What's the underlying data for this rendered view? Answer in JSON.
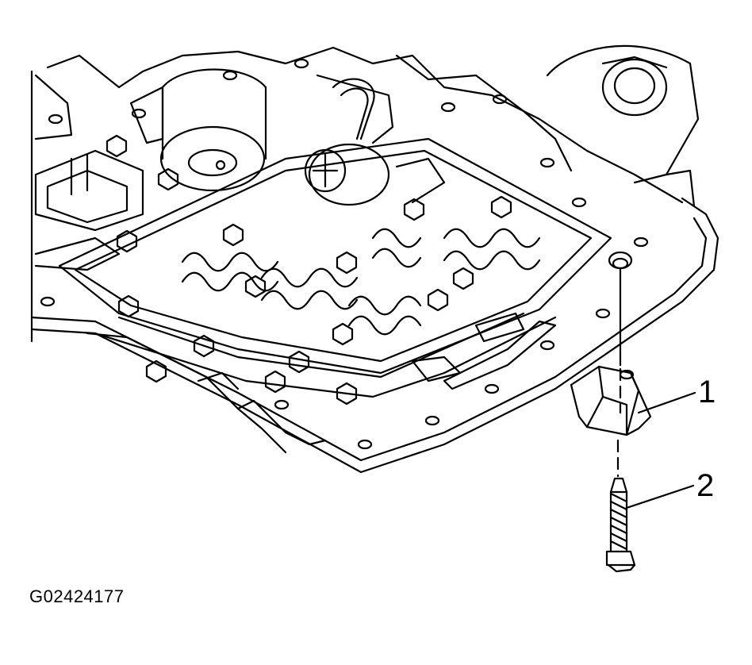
{
  "figure": {
    "callouts": [
      {
        "number": "1",
        "part": "bracket"
      },
      {
        "number": "2",
        "part": "bolt"
      }
    ],
    "figure_id": "G02424177"
  },
  "colors": {
    "line": "#000000",
    "background": "#ffffff"
  }
}
